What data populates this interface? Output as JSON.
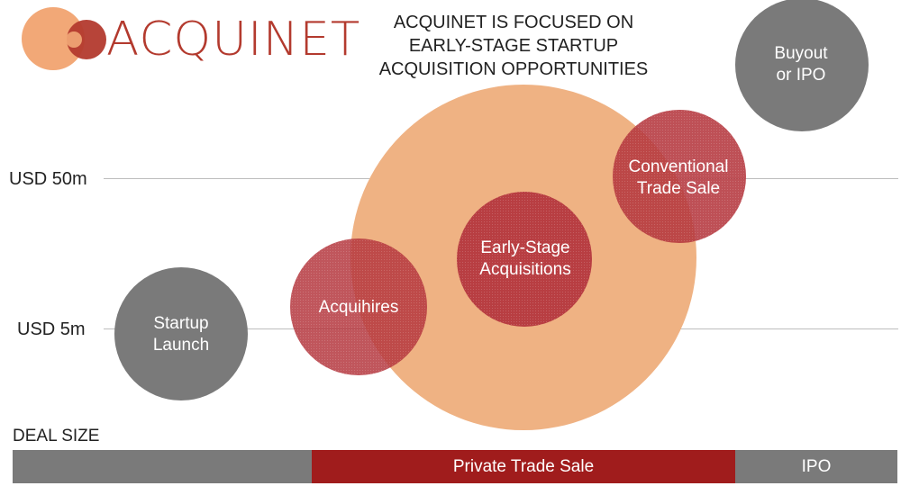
{
  "logo": {
    "text": "ACQUINET"
  },
  "headline": {
    "lines": [
      "ACQUINET IS FOCUSED ON",
      "EARLY-STAGE STARTUP",
      "ACQUISITION OPPORTUNITIES"
    ]
  },
  "axis": {
    "upper_label": "USD 50m",
    "lower_label": "USD 5m",
    "deal_size_label": "DEAL SIZE"
  },
  "bubbles": {
    "startup": {
      "lines": [
        "Startup",
        "Launch"
      ]
    },
    "acquihires": {
      "lines": [
        "Acquihires"
      ]
    },
    "early_stage": {
      "lines": [
        "Early-Stage",
        "Acquisitions"
      ]
    },
    "conventional": {
      "lines": [
        "Conventional",
        "Trade Sale"
      ]
    },
    "buyout": {
      "lines": [
        "Buyout",
        "or IPO"
      ]
    }
  },
  "bar_segments": {
    "left": "",
    "private": "Private Trade Sale",
    "ipo": "IPO"
  },
  "colors": {
    "gray": "#7a7a7a",
    "orange": "#efb283",
    "dark_red": "#a01c1c",
    "red_bubble": "#b5383f",
    "logo_red": "#b33a2e"
  }
}
